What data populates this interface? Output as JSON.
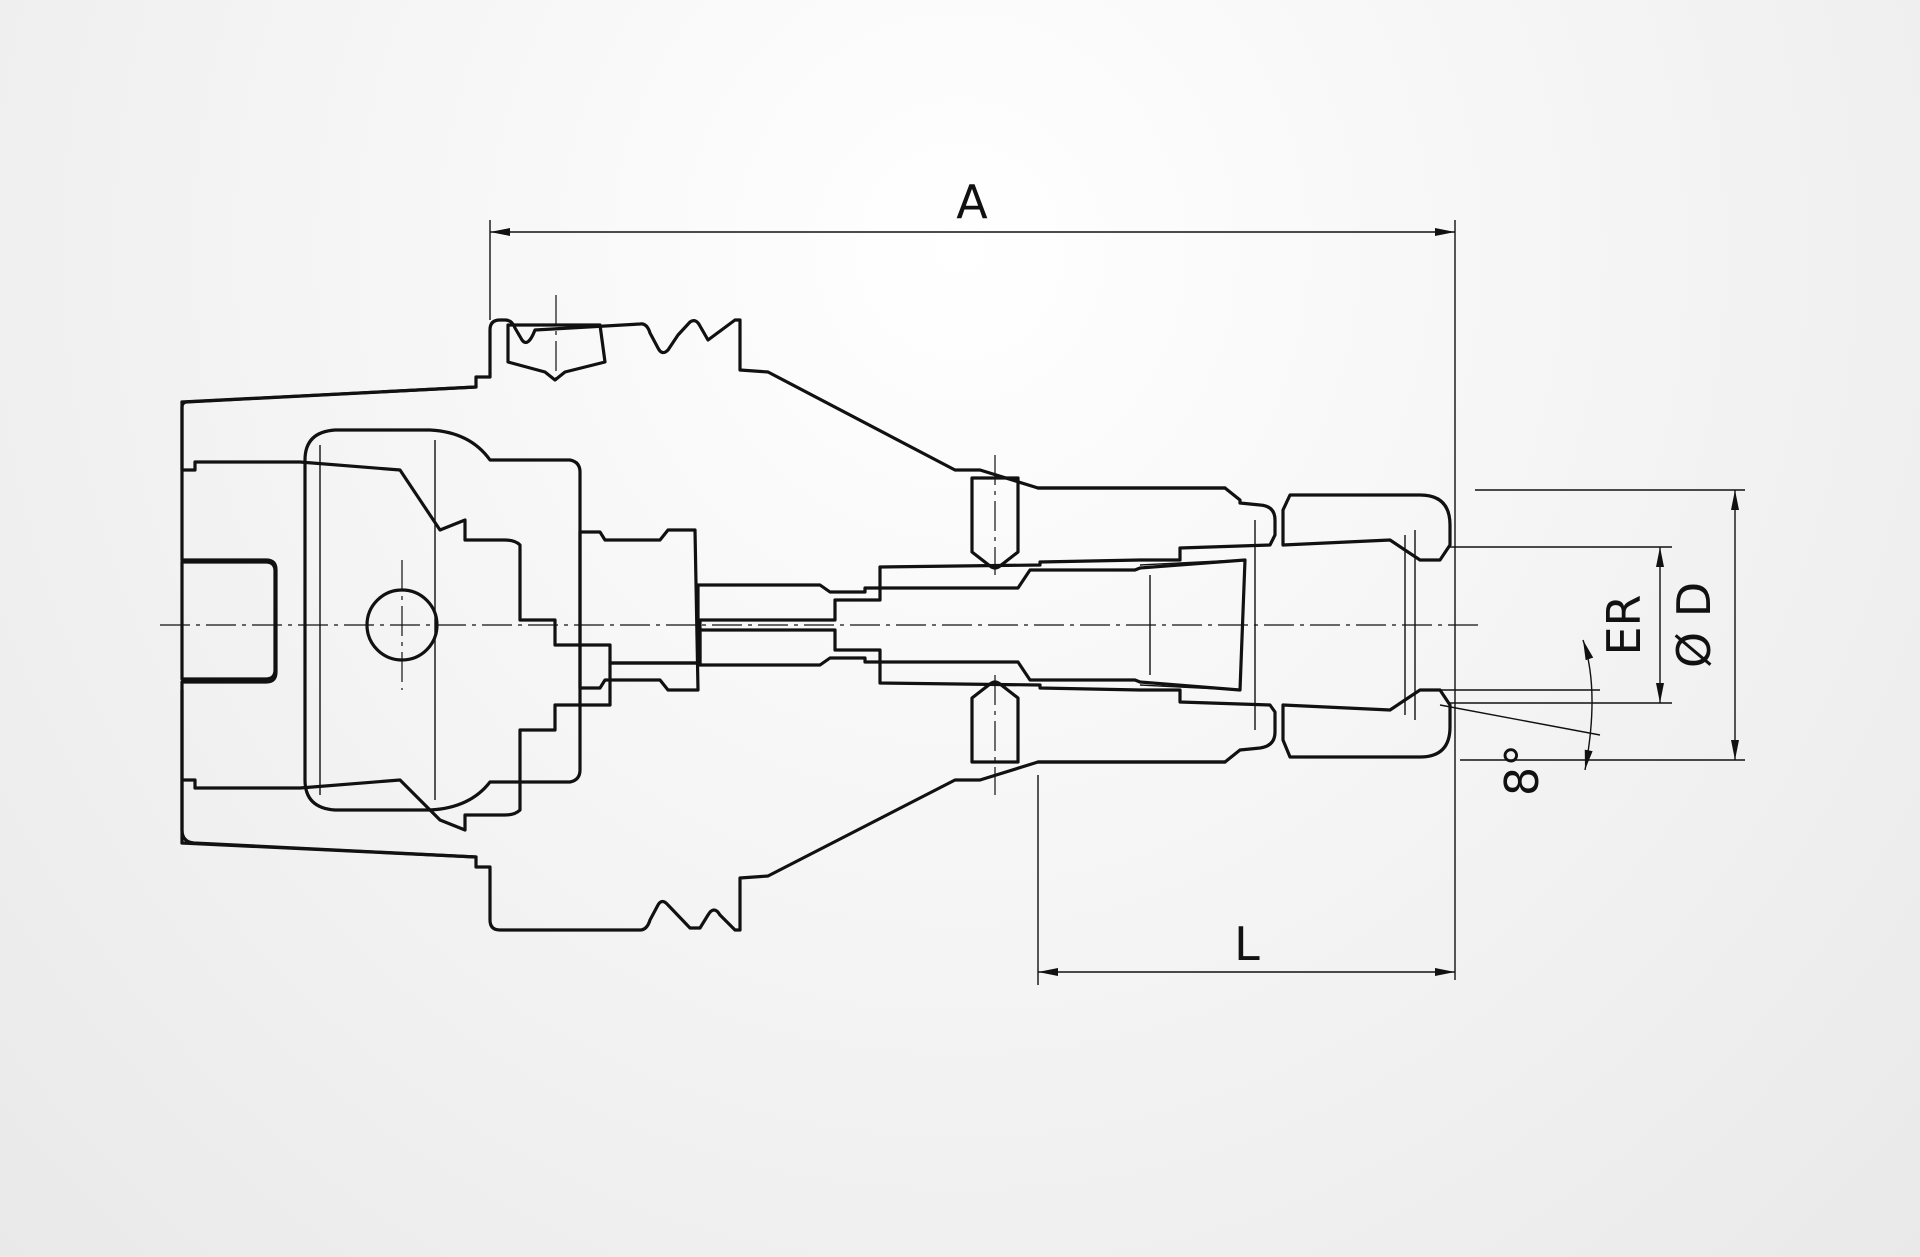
{
  "labels": {
    "dim_a": "A",
    "dim_l": "L",
    "dim_er": "ER",
    "dim_d": "Ø D",
    "angle": "8°"
  }
}
